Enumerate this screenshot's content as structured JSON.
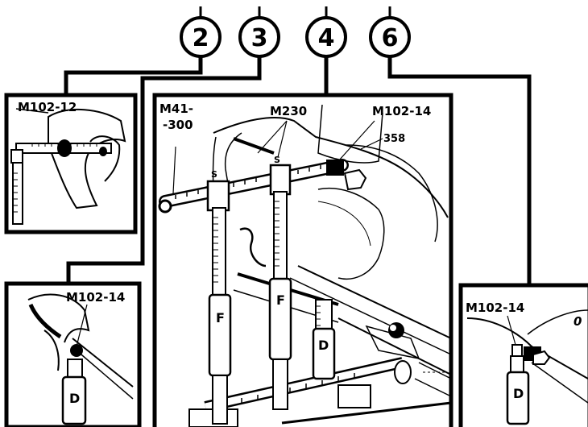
{
  "callouts": {
    "c2": "2",
    "c3": "3",
    "c4": "4",
    "c6": "6"
  },
  "labels": {
    "top_left_tool": "M102-12",
    "main_tool_1a": "M41-",
    "main_tool_1b": "-300",
    "main_tool_2": "M230",
    "main_tool_3": "M102-14",
    "main_part": "358",
    "bottom_left_tool": "M102-14",
    "right_tool": "M102-14",
    "gauge_f": "F",
    "gauge_d": "D",
    "gauge_s": "S",
    "right_o": "0"
  },
  "colors": {
    "ink": "#000000",
    "paper": "#ffffff"
  }
}
